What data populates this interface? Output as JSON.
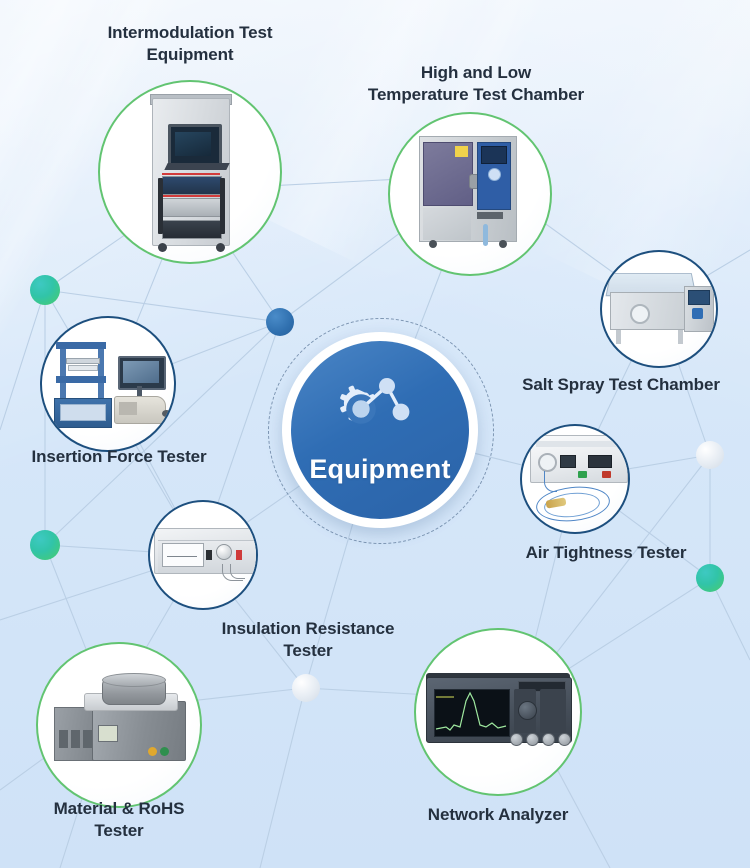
{
  "title": "Equipment",
  "hub": {
    "label": "Equipment",
    "icon": "gear-network-icon",
    "fill_from": "#4b86c6",
    "fill_to": "#2b63a8",
    "ring_color": "#ffffff",
    "dashed_ring_color": "#6d87a6"
  },
  "theme": {
    "background_from": "#e3eefb",
    "background_to": "#cfe2f7",
    "label_color": "#24303f",
    "green_ring": "#62c471",
    "navy_ring": "#1d4f7e",
    "link_color": "#b9cee4"
  },
  "nodes": [
    {
      "id": "intermodulation-test-equipment",
      "label": "Intermodulation Test\nEquipment",
      "ring": "green",
      "image": "equipment-rack-photo"
    },
    {
      "id": "high-and-low-temperature-test-chamber",
      "label": "High and Low\nTemperature Test Chamber",
      "ring": "green",
      "image": "temperature-chamber-photo"
    },
    {
      "id": "salt-spray-test-chamber",
      "label": "Salt Spray Test Chamber",
      "ring": "navy",
      "image": "salt-spray-chamber-photo"
    },
    {
      "id": "insertion-force-tester",
      "label": "Insertion Force Tester",
      "ring": "navy",
      "image": "insertion-force-tester-photo"
    },
    {
      "id": "air-tightness-tester",
      "label": "Air Tightness Tester",
      "ring": "navy",
      "image": "air-tightness-tester-photo"
    },
    {
      "id": "insulation-resistance-tester",
      "label": "Insulation Resistance\nTester",
      "ring": "navy",
      "image": "insulation-resistance-tester-photo"
    },
    {
      "id": "material-and-rohs-tester",
      "label": "Material & RoHS\nTester",
      "ring": "green",
      "image": "rohs-tester-photo"
    },
    {
      "id": "network-analyzer",
      "label": "Network Analyzer",
      "ring": "green",
      "image": "network-analyzer-photo"
    }
  ],
  "decorative_dots": [
    {
      "id": "dot-left-upper",
      "color": "green"
    },
    {
      "id": "dot-left-lower",
      "color": "green"
    },
    {
      "id": "dot-center-blue",
      "color": "blue"
    },
    {
      "id": "dot-right-gray",
      "color": "gray"
    },
    {
      "id": "dot-right-green",
      "color": "green"
    },
    {
      "id": "dot-bottom-gray",
      "color": "gray"
    }
  ]
}
